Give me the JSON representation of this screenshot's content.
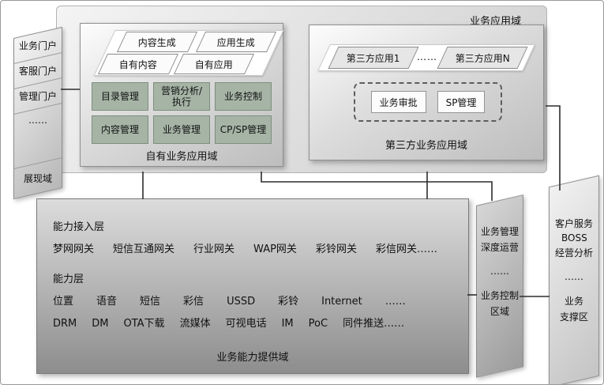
{
  "header": {
    "domain_label": "业务应用域"
  },
  "presentation": {
    "items": [
      "业务门户",
      "客服门户",
      "管理门户",
      "……"
    ],
    "label": "展现域"
  },
  "own": {
    "chips": [
      "内容生成",
      "应用生成",
      "自有内容",
      "自有应用"
    ],
    "boxes": [
      "目录管理",
      "营销分析/执行",
      "业务控制",
      "内容管理",
      "业务管理",
      "CP/SP管理"
    ],
    "label": "自有业务应用域"
  },
  "third": {
    "app1": "第三方应用1",
    "dots": "……",
    "appN": "第三方应用N",
    "approval": "业务审批",
    "sp": "SP管理",
    "label": "第三方业务应用域"
  },
  "capability": {
    "access_label": "能力接入层",
    "gateways": [
      "梦网网关",
      "短信互通网关",
      "行业网关",
      "WAP网关",
      "彩铃网关",
      "彩信网关……"
    ],
    "layer_label": "能力层",
    "row1": [
      "位置",
      "语音",
      "短信",
      "彩信",
      "USSD",
      "彩铃",
      "Internet",
      "……"
    ],
    "row2": [
      "DRM",
      "DM",
      "OTA下载",
      "流媒体",
      "可视电话",
      "IM",
      "PoC",
      "同件推送……"
    ],
    "label": "业务能力提供域"
  },
  "mgmt": {
    "lines": [
      "业务管理",
      "深度运营",
      "……",
      "业务控制",
      "区域"
    ]
  },
  "support": {
    "lines": [
      "客户服务",
      "BOSS",
      "经营分析",
      "……",
      "业务",
      "支撑区"
    ]
  }
}
